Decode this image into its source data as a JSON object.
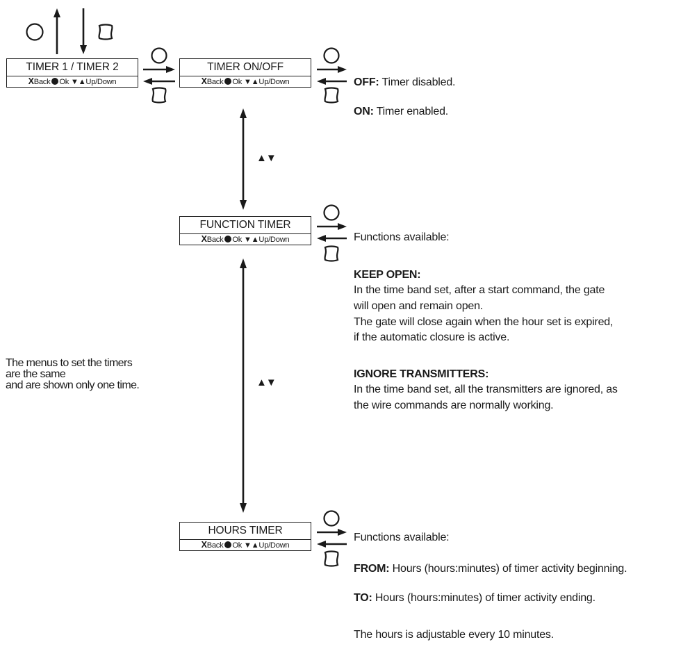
{
  "menus": {
    "timer_select": {
      "title": "TIMER 1 / TIMER 2"
    },
    "timer_onoff": {
      "title": "TIMER ON/OFF"
    },
    "function_timer": {
      "title": "FUNCTION TIMER"
    },
    "hours_timer": {
      "title": "HOURS TIMER"
    }
  },
  "legend": {
    "x": "X",
    "back": "Back",
    "ok": "Ok",
    "updown_glyphs": "▼▲",
    "updown": "Up/Down"
  },
  "nav_glyph": "▲▼",
  "onoff": {
    "off_label": "OFF:",
    "off_text": " Timer disabled.",
    "on_label": "ON:",
    "on_text": " Timer enabled."
  },
  "function": {
    "intro": "Functions available:",
    "keep_open_title": "KEEP OPEN:",
    "keep_open_lines": [
      "In the time band set, after a start command, the gate",
      "will open and remain open.",
      "The gate will close again when the hour set is expired,",
      "if the  automatic closure is active."
    ],
    "ignore_title": "IGNORE TRANSMITTERS:",
    "ignore_lines": [
      "In the time band set, all the transmitters are ignored, as",
      "the wire commands are normally working."
    ]
  },
  "hours": {
    "intro": "Functions available:",
    "from_label": "FROM:",
    "from_text": " Hours (hours:minutes) of timer activity beginning.",
    "to_label": "TO:",
    "to_text": " Hours (hours:minutes) of timer activity ending.",
    "note": "The hours is adjustable every 10 minutes."
  },
  "side_note": [
    "The menus to set the timers",
    "are the same",
    "and are shown only one time."
  ],
  "colors": {
    "ink": "#1a1a1a",
    "background": "#ffffff"
  }
}
